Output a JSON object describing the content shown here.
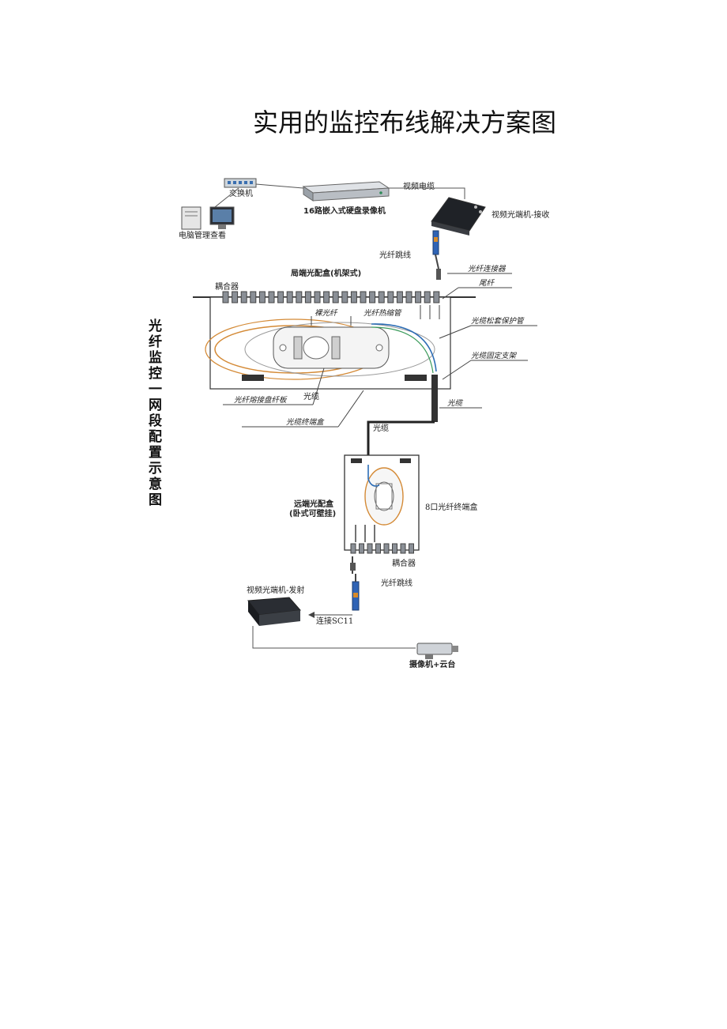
{
  "page": {
    "title": "实用的监控布线解决方案图"
  },
  "diagram": {
    "side_title": "光纤监控一网段配置示意图",
    "labels": {
      "switch": "交换机",
      "pc": "电脑管理查看",
      "dvr": "16路嵌入式硬盘录像机",
      "video_cable": "视频电缆",
      "optical_receiver": "视频光端机-接收",
      "patch_cord_top": "光纤跳线",
      "local_box": "局端光配盒(机架式)",
      "coupler_top": "耦合器",
      "pigtail_connector": "光纤连接器",
      "pigtail": "尾纤",
      "bare_fiber": "裸光纤",
      "heat_shrink": "光纤热缩管",
      "cable_protect": "光缆松套保护管",
      "cable_fix": "光缆固定支架",
      "splice_tray": "光纤熔接盘纤板",
      "cable_inside": "光缆",
      "terminal_box": "光缆终端盒",
      "cable_right": "光缆",
      "cable_mid": "光缆",
      "remote_box_line1": "远端光配盒",
      "remote_box_line2": "(卧式可壁挂)",
      "remote_terminal": "8口光纤终端盒",
      "coupler_bottom": "耦合器",
      "patch_cord_bottom": "光纤跳线",
      "optical_sender": "视频光端机-发射",
      "sc_connector": "连接SC11",
      "camera": "摄像机+云台"
    }
  }
}
